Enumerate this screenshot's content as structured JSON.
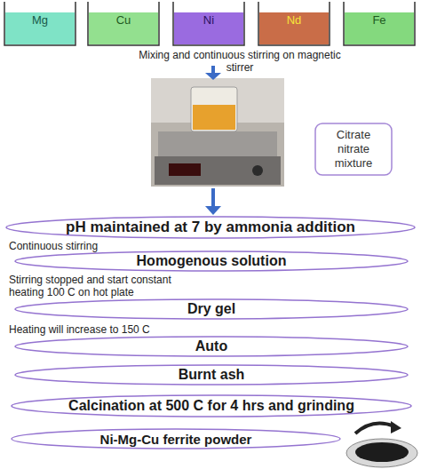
{
  "diagram": {
    "nodes": [
      {
        "text": [
          "Mg"
        ]
      },
      {
        "text": [
          "Cu"
        ]
      },
      {
        "text": [
          "Ni"
        ]
      },
      {
        "text": [
          "Nd"
        ]
      },
      {
        "text": [
          "Fe"
        ]
      },
      {
        "text": [
          "Citrate nitrate mixture"
        ]
      },
      {
        "text": [
          "pH maintained at 7 by ammonia addition"
        ]
      },
      {
        "text": [
          "Homogenous solution"
        ]
      },
      {
        "text": [
          "Dry gel"
        ]
      },
      {
        "text": [
          "Auto"
        ]
      },
      {
        "text": [
          "Burnt ash"
        ]
      },
      {
        "text": [
          "Calcination at 500 C for 4 hrs and grinding"
        ]
      },
      {
        "text": [
          "Ni-Mg-Cu ferrite powder"
        ]
      }
    ],
    "labels": [
      "Mixing and continuous stirring on magnetic stirrer",
      "Continuous stirring",
      "Stirring stopped and start constant heating 100 C on hot plate",
      "Heating will increase to 150 C"
    ]
  }
}
